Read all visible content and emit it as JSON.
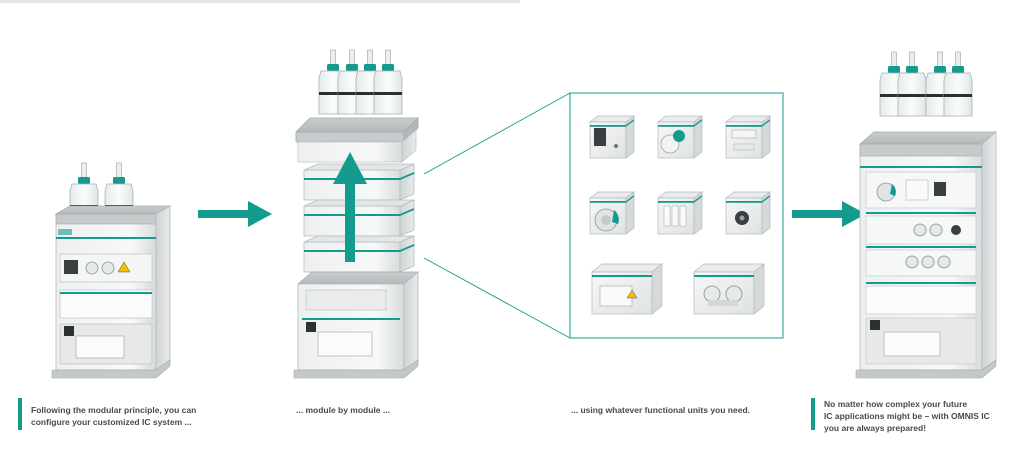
{
  "colors": {
    "teal": "#139c8e",
    "module_grey": "#d9dcdd",
    "module_light": "#f2f3f3",
    "text": "#4a4a4a"
  },
  "captions": {
    "step1": [
      "Following the modular principle, you can",
      "configure your customized IC system ..."
    ],
    "step2": [
      "... module by module ..."
    ],
    "step3": [
      "... using whatever functional units you need."
    ],
    "step4": [
      "No matter how complex your future",
      "IC applications might be – with OMNIS IC",
      "you are always prepared!"
    ]
  },
  "icons": [
    "arrow-right-icon",
    "arrow-up-icon",
    "instrument-illustration",
    "functional-unit-illustration"
  ]
}
